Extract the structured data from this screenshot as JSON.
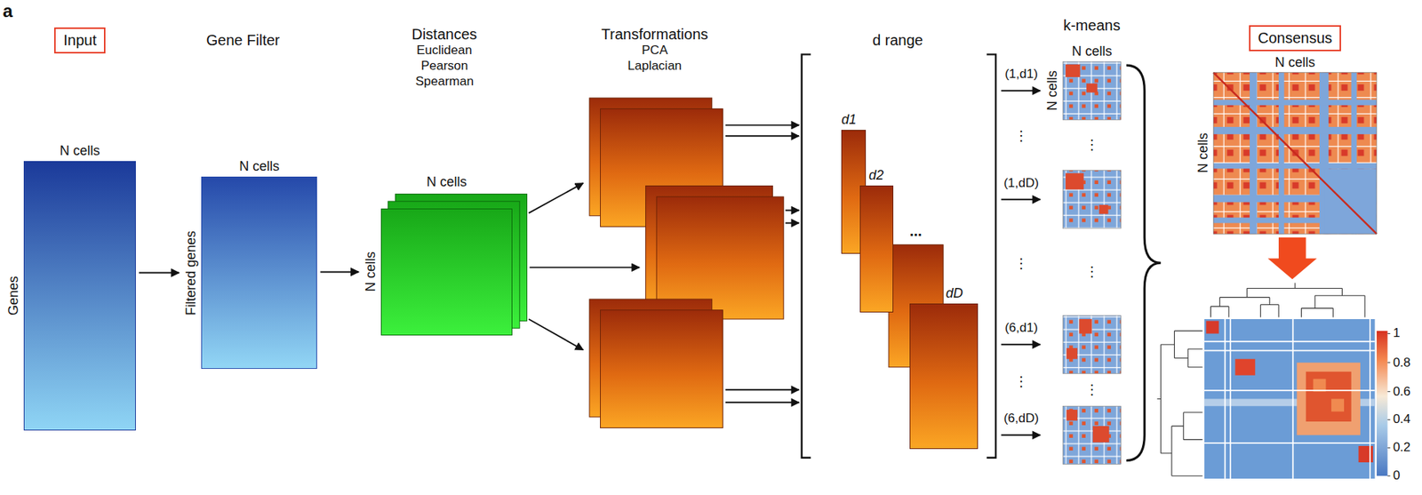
{
  "diagram": {
    "nodes": [
      {
        "text": [
          "Input"
        ]
      },
      {
        "text": [
          "N cells",
          "Genes"
        ]
      },
      {
        "text": [
          "N cells",
          "Filtered genes"
        ]
      },
      {
        "text": [
          "N cells",
          "N cells"
        ]
      },
      {
        "text": [
          "d1"
        ]
      },
      {
        "text": [
          "d2"
        ]
      },
      {
        "text": [
          "dD"
        ]
      },
      {
        "text": [
          "N cells",
          "N cells"
        ]
      },
      {
        "text": [
          "Consensus"
        ]
      },
      {
        "text": [
          "N cells",
          "N cells"
        ]
      }
    ],
    "edges": [
      {
        "from": 1,
        "to": 2,
        "arrow": "to"
      },
      {
        "from": 2,
        "to": 3,
        "arrow": "to"
      }
    ],
    "labels": [
      "a",
      "Gene Filter",
      "Distances",
      "Euclidean",
      "Pearson",
      "Spearman",
      "Transformations",
      "PCA",
      "Laplacian",
      "d range",
      "...",
      "(1,d1)",
      "⋮",
      "(1,dD)",
      "⋮",
      "(6,d1)",
      "⋮",
      "(6,dD)",
      "k-means",
      "⋮",
      "⋮",
      "⋮",
      "1",
      "0.8",
      "0.6",
      "0.4",
      "0.2",
      "0"
    ]
  }
}
